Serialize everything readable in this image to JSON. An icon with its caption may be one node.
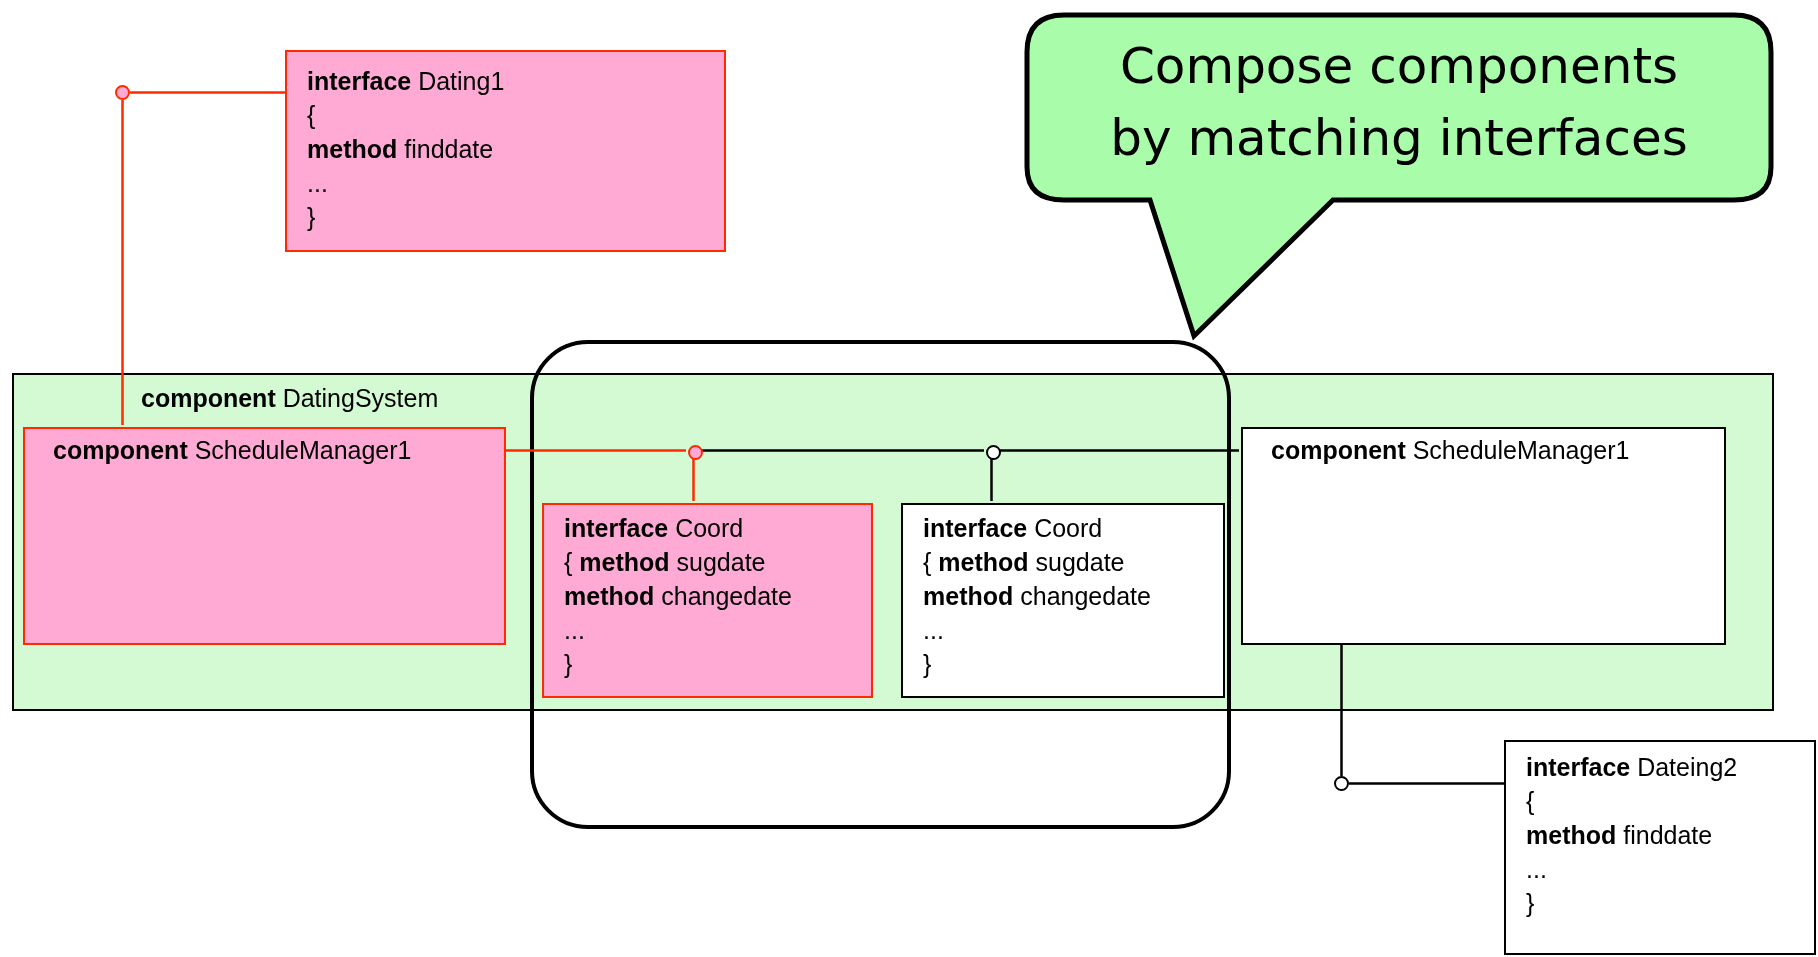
{
  "diagram": {
    "nodes": [
      {
        "text": [
          "**interface** Dating1",
          "{",
          "**method** finddate",
          "...",
          "}"
        ]
      },
      {
        "text": [
          "Compose components by matching interfaces"
        ]
      },
      {
        "text": [
          "**component** DatingSystem"
        ]
      },
      {
        "text": [
          "**component** ScheduleManager1"
        ],
        "in": 2
      },
      {
        "text": [
          "**interface** Coord",
          "{ **method** sugdate",
          "**method** changedate",
          "...",
          "}"
        ],
        "in": 2
      },
      {
        "text": [
          "**interface** Coord",
          "{ **method** sugdate",
          "**method** changedate",
          "...",
          "}"
        ],
        "in": 2
      },
      {
        "text": [
          "**component** ScheduleManager1"
        ],
        "in": 2
      },
      {
        "text": [
          "**interface** Dateing2",
          "{",
          "**method** finddate",
          "...",
          "}"
        ]
      },
      {
        "text": [],
        "shape": "circle"
      },
      {
        "text": [],
        "shape": "circle",
        "in": 2
      },
      {
        "text": [],
        "shape": "circle",
        "in": 2
      },
      {
        "text": [],
        "shape": "circle"
      }
    ],
    "edges": [
      {
        "from": 0,
        "to": 8,
        "arrow": "none",
        "color": "#ff2a00"
      },
      {
        "from": 8,
        "to": 3,
        "arrow": "none",
        "color": "#ff2a00"
      },
      {
        "from": 3,
        "to": 9,
        "arrow": "none",
        "color": "#ff2a00"
      },
      {
        "from": 9,
        "to": 4,
        "arrow": "none",
        "color": "#ff2a00"
      },
      {
        "from": 9,
        "to": 10,
        "arrow": "none"
      },
      {
        "from": 10,
        "to": 5,
        "arrow": "none"
      },
      {
        "from": 10,
        "to": 6,
        "arrow": "none"
      },
      {
        "from": 6,
        "to": 11,
        "arrow": "none"
      },
      {
        "from": 11,
        "to": 7,
        "arrow": "none"
      }
    ]
  }
}
